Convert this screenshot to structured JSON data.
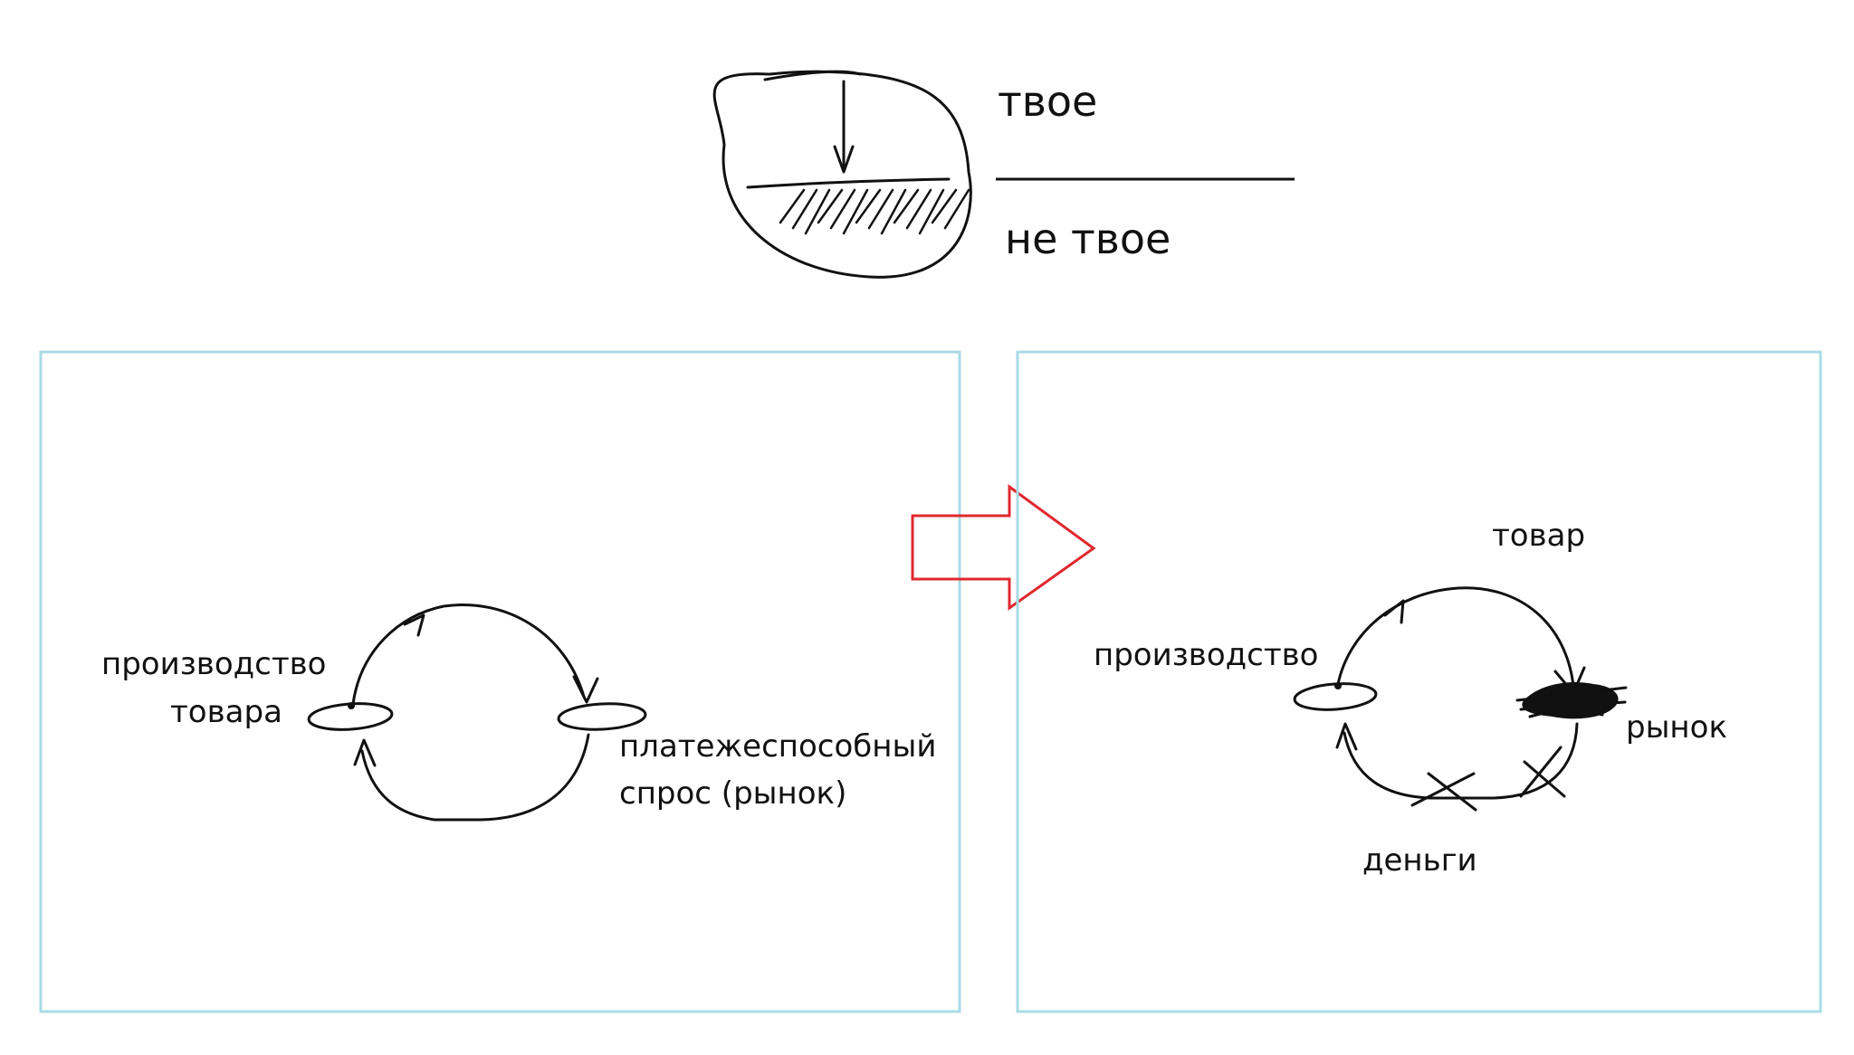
{
  "top": {
    "mine": "твое",
    "not_mine": "не твое"
  },
  "left_panel": {
    "production_line1": "производство",
    "production_line2": "товара",
    "demand_line1": "платежеспособный",
    "demand_line2": "спрос (рынок)"
  },
  "right_panel": {
    "production": "производство",
    "goods": "товар",
    "market": "рынок",
    "money": "деньги"
  },
  "colors": {
    "frame": "#a8dbe6",
    "transition_arrow": "#e0282e",
    "ink": "#111111"
  }
}
